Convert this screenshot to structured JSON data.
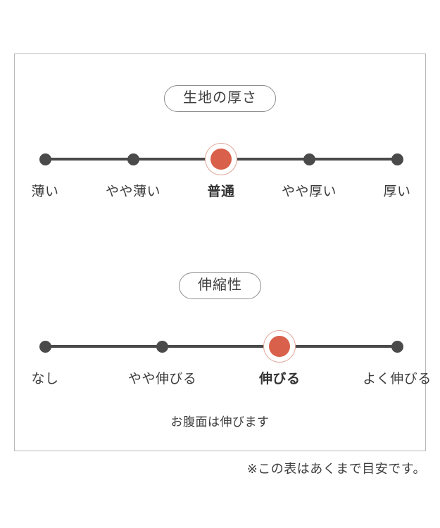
{
  "card": {
    "border_color": "#b9b9b9",
    "background": "#ffffff"
  },
  "colors": {
    "dot": "#4a4a4a",
    "selected": "#d9604a",
    "selected_ring": "#e0a698",
    "text": "#3c3c3c",
    "pill_border": "#8e8e8e"
  },
  "scales": [
    {
      "id": "thickness",
      "title": "生地の厚さ",
      "selected_index": 2,
      "points": [
        {
          "label": "薄い",
          "position_pct": 0
        },
        {
          "label": "やや薄い",
          "position_pct": 25
        },
        {
          "label": "普通",
          "position_pct": 50
        },
        {
          "label": "やや厚い",
          "position_pct": 75
        },
        {
          "label": "厚い",
          "position_pct": 100
        }
      ],
      "caption": ""
    },
    {
      "id": "stretch",
      "title": "伸縮性",
      "selected_index": 2,
      "points": [
        {
          "label": "なし",
          "position_pct": 0
        },
        {
          "label": "やや伸びる",
          "position_pct": 33.33
        },
        {
          "label": "伸びる",
          "position_pct": 66.66
        },
        {
          "label": "よく伸びる",
          "position_pct": 100
        }
      ],
      "caption": "お腹面は伸びます"
    }
  ],
  "footnote": "※この表はあくまで目安です。"
}
